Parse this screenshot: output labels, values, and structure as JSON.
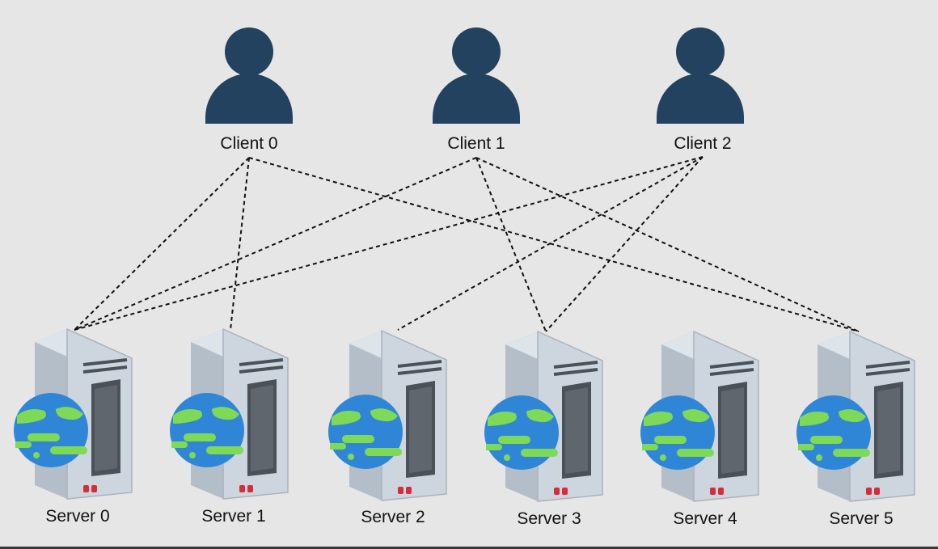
{
  "clients": [
    {
      "label": "Client 0"
    },
    {
      "label": "Client 1"
    },
    {
      "label": "Client 2"
    }
  ],
  "servers": [
    {
      "label": "Server 0"
    },
    {
      "label": "Server 1"
    },
    {
      "label": "Server 2"
    },
    {
      "label": "Server 3"
    },
    {
      "label": "Server 4"
    },
    {
      "label": "Server 5"
    }
  ],
  "connections": [
    {
      "client": 0,
      "server": 0
    },
    {
      "client": 0,
      "server": 1
    },
    {
      "client": 0,
      "server": 5
    },
    {
      "client": 1,
      "server": 0
    },
    {
      "client": 1,
      "server": 3
    },
    {
      "client": 1,
      "server": 5
    },
    {
      "client": 2,
      "server": 0
    },
    {
      "client": 2,
      "server": 2
    },
    {
      "client": 2,
      "server": 3
    }
  ],
  "icons": {
    "client": "user-icon",
    "server": "server-globe-icon"
  },
  "colors": {
    "background": "#e6e6e6",
    "user": "#23425f",
    "connection_line": "#111111",
    "globe_ocean": "#2f86d6",
    "globe_land": "#7ed957",
    "server_body": "#cdd6de",
    "server_panel": "#4a5158",
    "server_led": "#d62d3a"
  }
}
